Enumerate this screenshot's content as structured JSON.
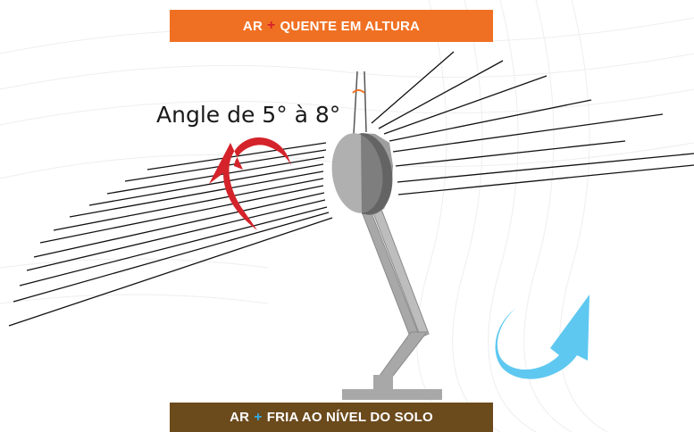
{
  "top_banner": {
    "prefix": "AR",
    "plus": "+",
    "suffix": "QUENTE EM ALTURA",
    "bg_color": "#f07023",
    "plus_color": "#d4232a"
  },
  "bottom_banner": {
    "prefix": "AR",
    "plus": "+",
    "suffix": "FRIA AO NÍVEL DO SOLO",
    "bg_color": "#6b4a1c",
    "plus_color": "#33aadd"
  },
  "angle_label": "Angle de 5° à 8°",
  "colors": {
    "warm_arrow": "#d4232a",
    "cold_arrow": "#5fc8f0",
    "fan_disc": "#b0b0b0",
    "fan_disc_edge": "#6e6e6e",
    "mast": "#a8a8a8",
    "angle_marker": "#f07023",
    "wind_lines": "#111111"
  },
  "icons": [
    "warm-air-rotation-arrow",
    "cold-air-rotation-arrow",
    "wind-fan-rotor"
  ]
}
